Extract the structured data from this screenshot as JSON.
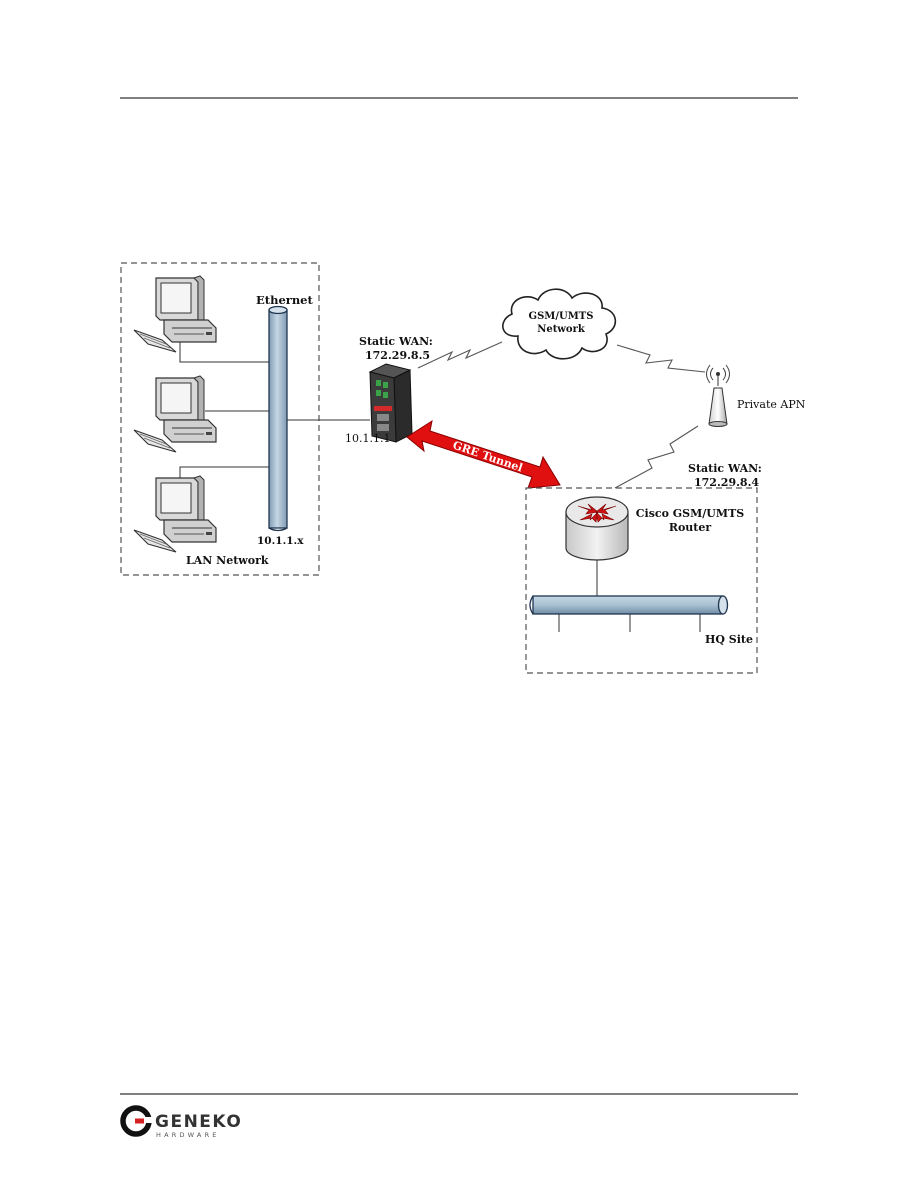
{
  "diagram": {
    "labels": {
      "ethernet": "Ethernet",
      "lan_subnet": "10.1.1.x",
      "lan_network": "LAN Network",
      "static_wan_left_title": "Static WAN:",
      "static_wan_left_ip": "172.29.8.5",
      "router_lan_ip": "10.1.1.1",
      "cloud_line1": "GSM/UMTS",
      "cloud_line2": "Network",
      "private_apn": "Private APN",
      "gre_tunnel": "GRE Tunnel",
      "static_wan_right_title": "Static WAN:",
      "static_wan_right_ip": "172.29.8.4",
      "cisco_line1": "Cisco GSM/UMTS",
      "cisco_line2": "Router",
      "hq_site": "HQ Site"
    },
    "colors": {
      "pipe_fill": "#a9c1d3",
      "pipe_stroke": "#1f3550",
      "gre_arrow": "#e01010",
      "router_arrow": "#cc1414",
      "device_green": "#3aa34a",
      "device_red": "#d42a2a"
    }
  },
  "footer": {
    "logo_text": "GENEKO",
    "logo_subtext": "HARDWARE",
    "logo_icon": "geneko-logo-icon"
  }
}
